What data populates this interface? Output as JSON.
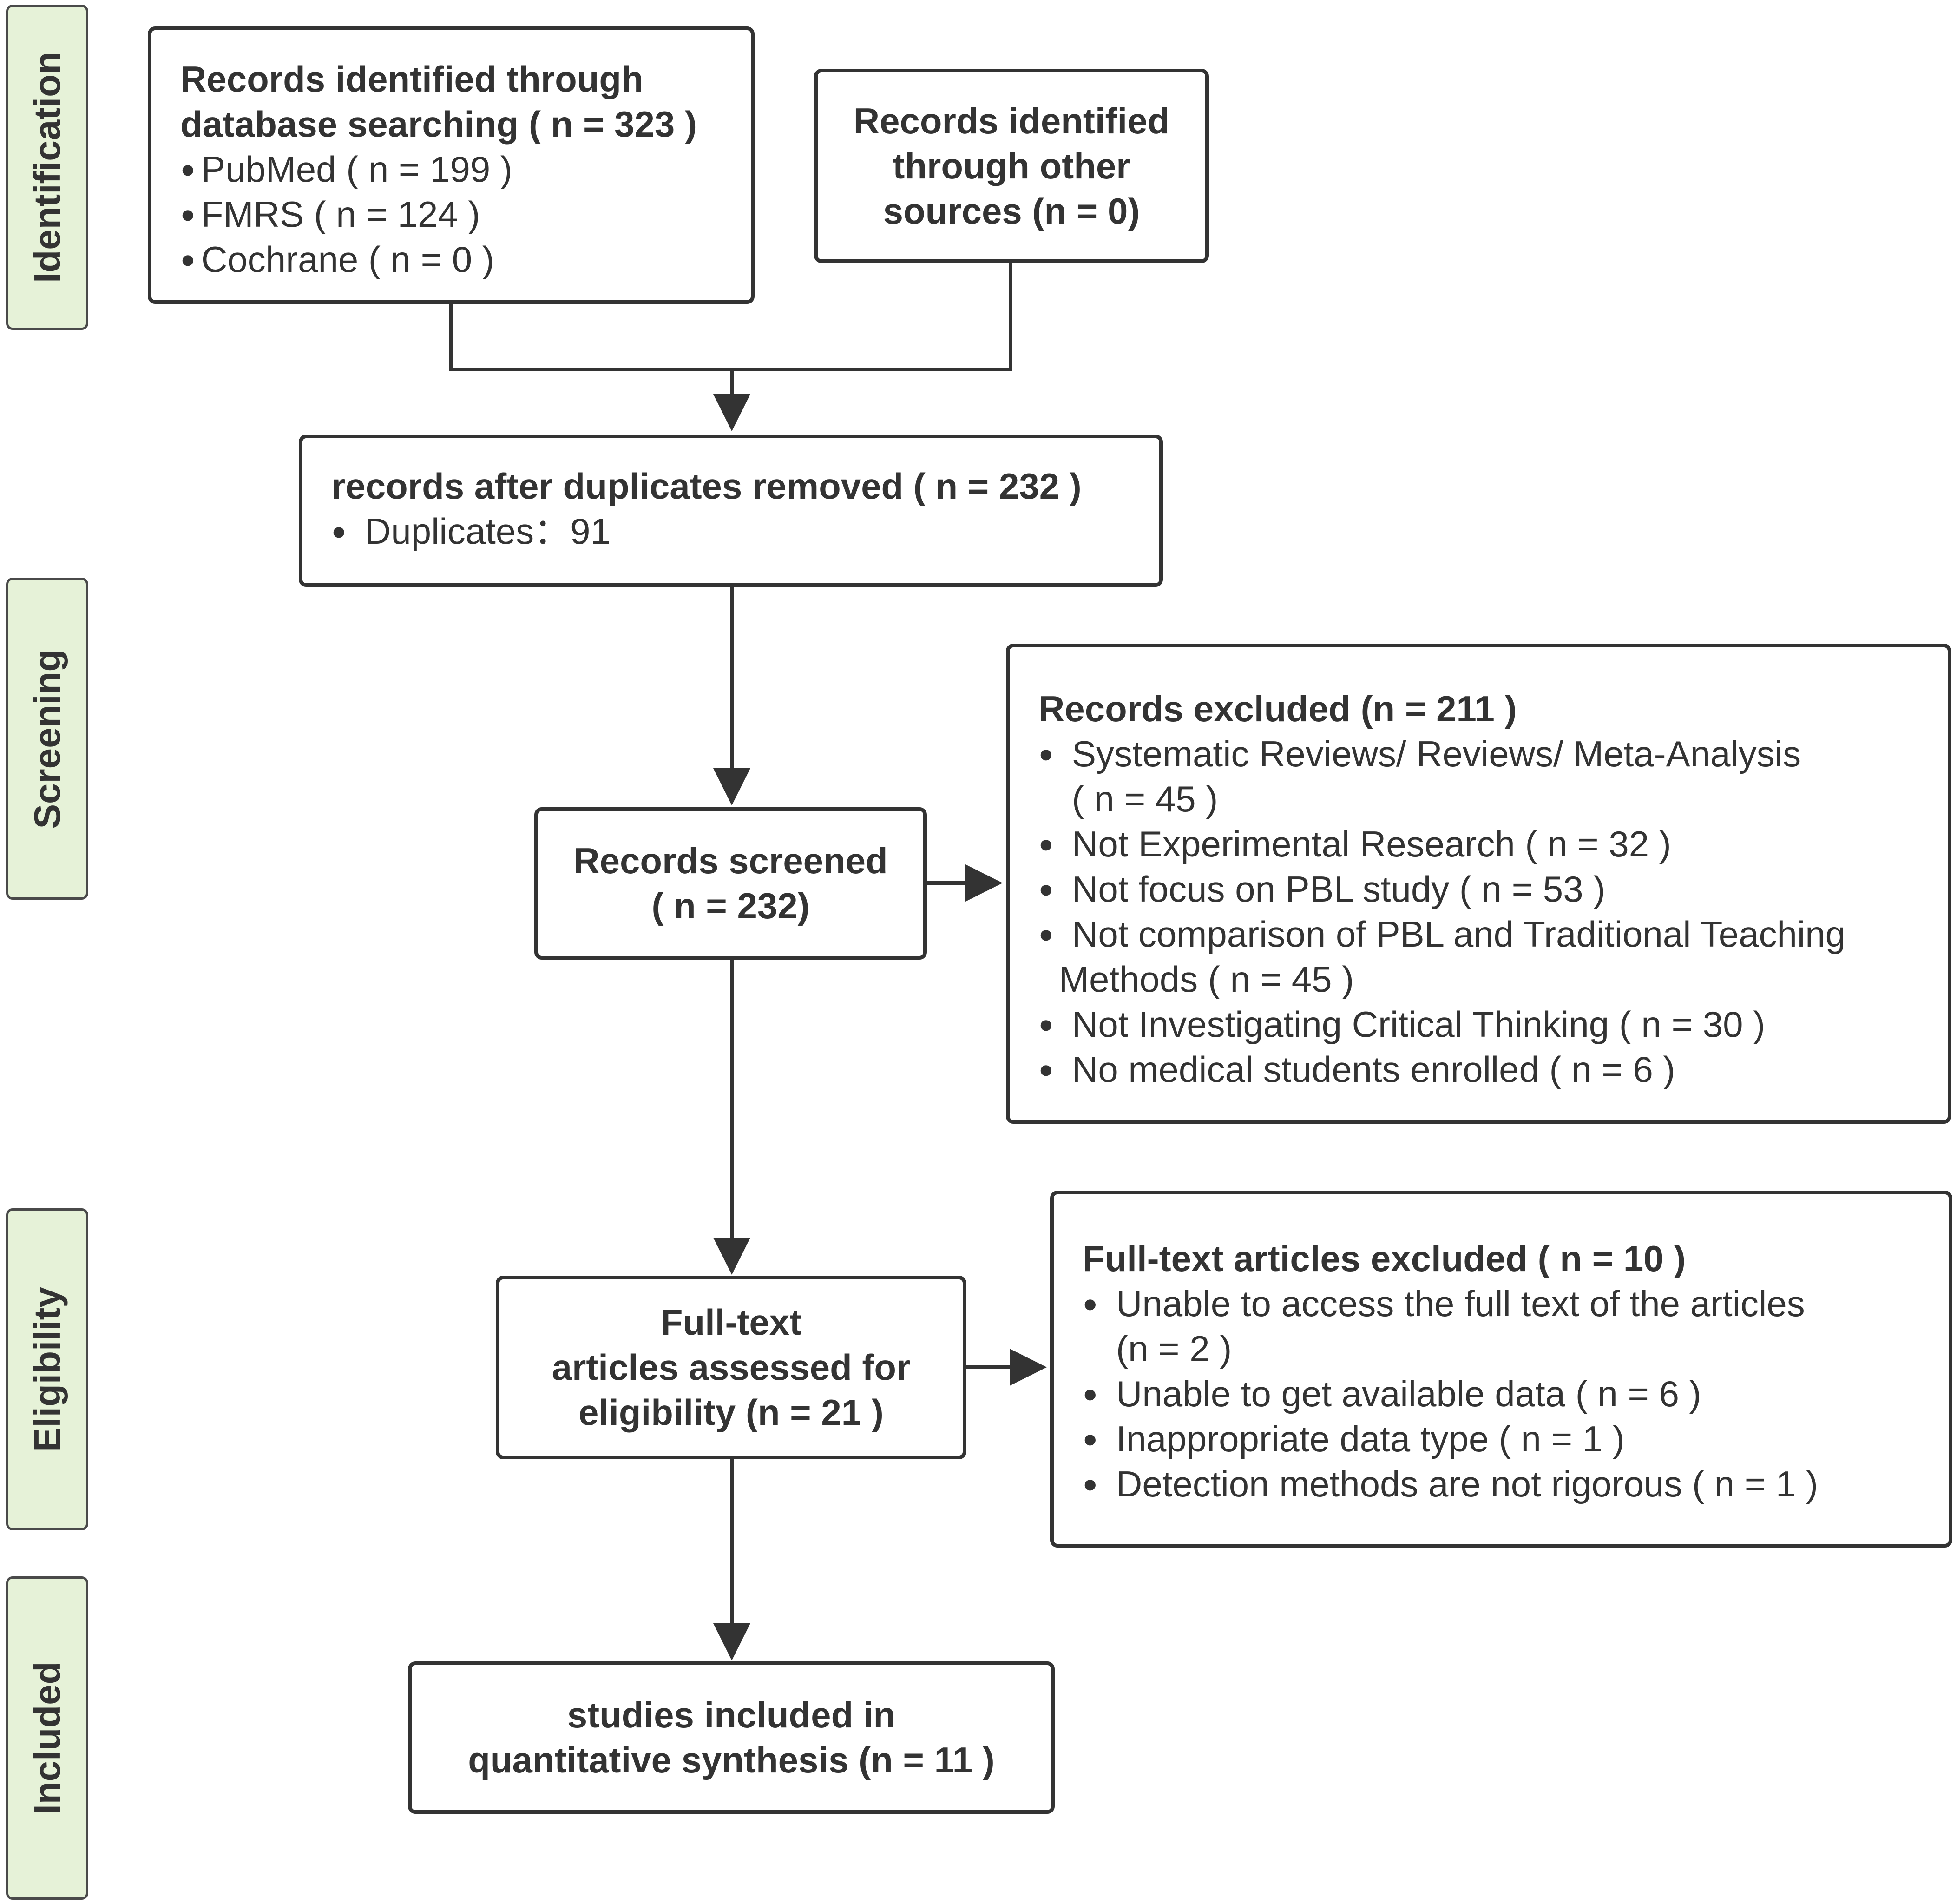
{
  "stages": {
    "identification": "Identification",
    "screening": "Screening",
    "eligibility": "Eligibility",
    "included": "Included"
  },
  "database_box": {
    "title_line1": "Records identified through",
    "title_line2": "database searching ( n = 323 )",
    "items": [
      "PubMed ( n = 199 )",
      "FMRS ( n = 124 )",
      "Cochrane ( n = 0 )"
    ]
  },
  "other_sources_box": {
    "line1": "Records identified",
    "line2": "through other",
    "line3": "sources (n = 0)"
  },
  "duplicates_box": {
    "title": "records after duplicates removed ( n = 232 )",
    "item": "Duplicates：91"
  },
  "screened_box": {
    "line1": "Records screened",
    "line2": "( n = 232)"
  },
  "excluded_box": {
    "title": "Records excluded (n = 211 )",
    "items": [
      {
        "line1": "Systematic Reviews/ Reviews/ Meta-Analysis",
        "line2": "( n = 45 )"
      },
      {
        "line1": "Not Experimental Research ( n = 32 )"
      },
      {
        "line1": "Not focus on PBL study ( n = 53 )"
      },
      {
        "line1": "Not comparison of PBL and Traditional Teaching",
        "line2": "Methods ( n = 45 )"
      },
      {
        "line1": "Not Investigating Critical Thinking ( n = 30 )"
      },
      {
        "line1": "No medical students enrolled ( n = 6 )"
      }
    ]
  },
  "fulltext_box": {
    "line1": "Full-text",
    "line2": "articles assessed for",
    "line3": "eligibility (n = 21 )"
  },
  "fulltext_excluded_box": {
    "title": "Full-text articles excluded ( n = 10 )",
    "items": [
      {
        "line1": "Unable to access the full text of the articles",
        "line2": "(n = 2 )"
      },
      {
        "line1": "Unable to get available data ( n = 6 )"
      },
      {
        "line1": "Inappropriate data type ( n = 1 )"
      },
      {
        "line1": "Detection methods are not rigorous ( n = 1 )"
      }
    ]
  },
  "included_box": {
    "line1": "studies included in",
    "line2": "quantitative synthesis (n = 11 )"
  },
  "colors": {
    "stage_fill": "#e6f2d8",
    "stroke": "#333333"
  }
}
